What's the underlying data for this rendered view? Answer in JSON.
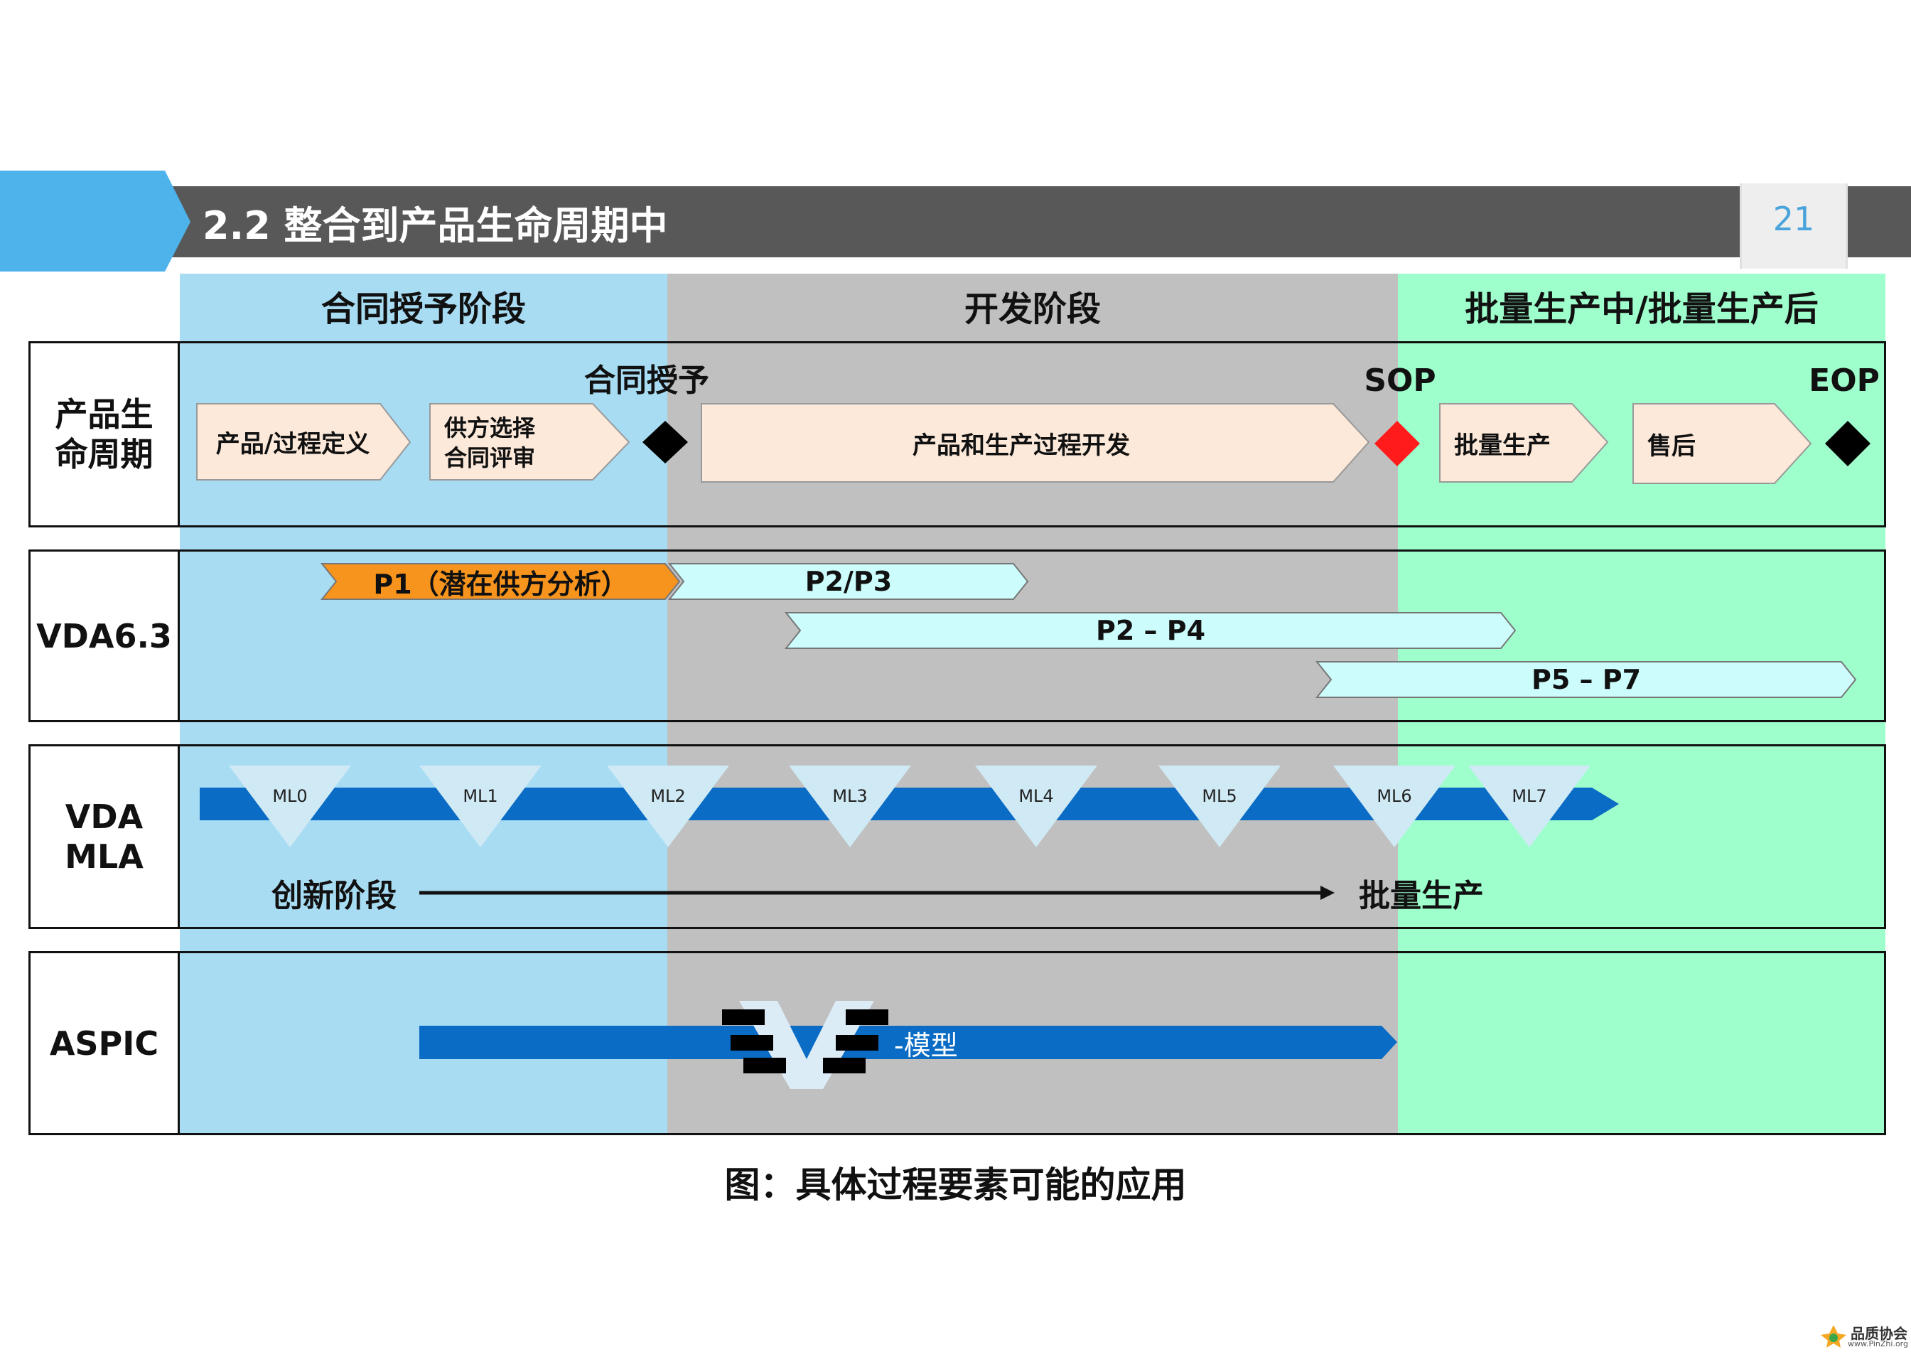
{
  "header": {
    "title": "2.2 整合到产品生命周期中",
    "page_number": "21",
    "colors": {
      "accent": "#4db3ea",
      "bar": "#585858",
      "page_num": "#4aa3db"
    }
  },
  "phases": {
    "contract": {
      "label": "合同授予阶段",
      "color": "#a8dcf3"
    },
    "development": {
      "label": "开发阶段",
      "color": "#c0c0c0"
    },
    "production": {
      "label": "批量生产中/批量生产后",
      "color": "#9effcc"
    }
  },
  "rows": {
    "lifecycle": {
      "label_line1": "产品生",
      "label_line2": "命周期",
      "steps": {
        "definition": "产品/过程定义",
        "supplier_line1": "供方选择",
        "supplier_line2": "合同评审",
        "development": "产品和生产过程开发",
        "serial": "批量生产",
        "after_sales": "售后"
      },
      "milestones": {
        "award": "合同授予",
        "sop": "SOP",
        "eop": "EOP"
      },
      "colors": {
        "step_fill": "#fce9da",
        "sop": "#ff1b1b",
        "diamond": "#000000"
      }
    },
    "vda63": {
      "label": "VDA6.3",
      "bars": {
        "p1": "P1（潜在供方分析）",
        "p23": "P2/P3",
        "p24": "P2 – P4",
        "p57": "P5 – P7"
      },
      "colors": {
        "p1": "#f7941d",
        "bar": "#ccfcfc"
      }
    },
    "mla": {
      "label_line1": "VDA",
      "label_line2": "MLA",
      "levels": [
        "ML0",
        "ML1",
        "ML2",
        "ML3",
        "ML4",
        "ML5",
        "ML6",
        "ML7"
      ],
      "from_label": "创新阶段",
      "to_label": "批量生产",
      "colors": {
        "band": "#0a6cc4",
        "triangle": "#cfe9f5"
      }
    },
    "aspic": {
      "label": "ASPIC",
      "model_label": "-模型",
      "colors": {
        "band": "#0a6cc4"
      }
    }
  },
  "caption": "图：具体过程要素可能的应用",
  "watermark": {
    "name": "品质协会",
    "url": "www.PinZhi.org"
  }
}
